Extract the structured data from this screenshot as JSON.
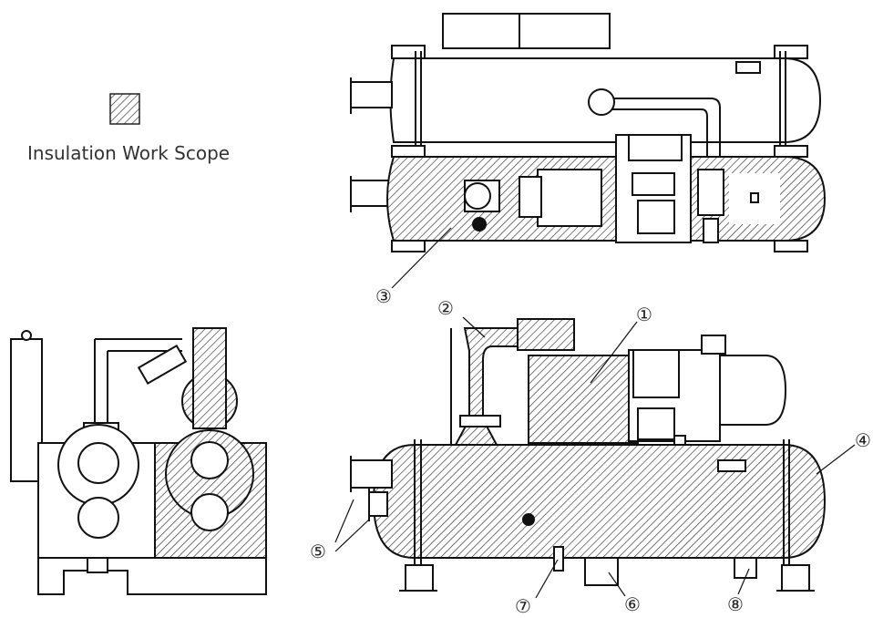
{
  "legend": {
    "label": "Insulation Work Scope"
  },
  "callouts": [
    "①",
    "②",
    "③",
    "④",
    "⑤",
    "⑥",
    "⑦",
    "⑧"
  ],
  "colors": {
    "line": "#111111",
    "background": "#ffffff"
  }
}
